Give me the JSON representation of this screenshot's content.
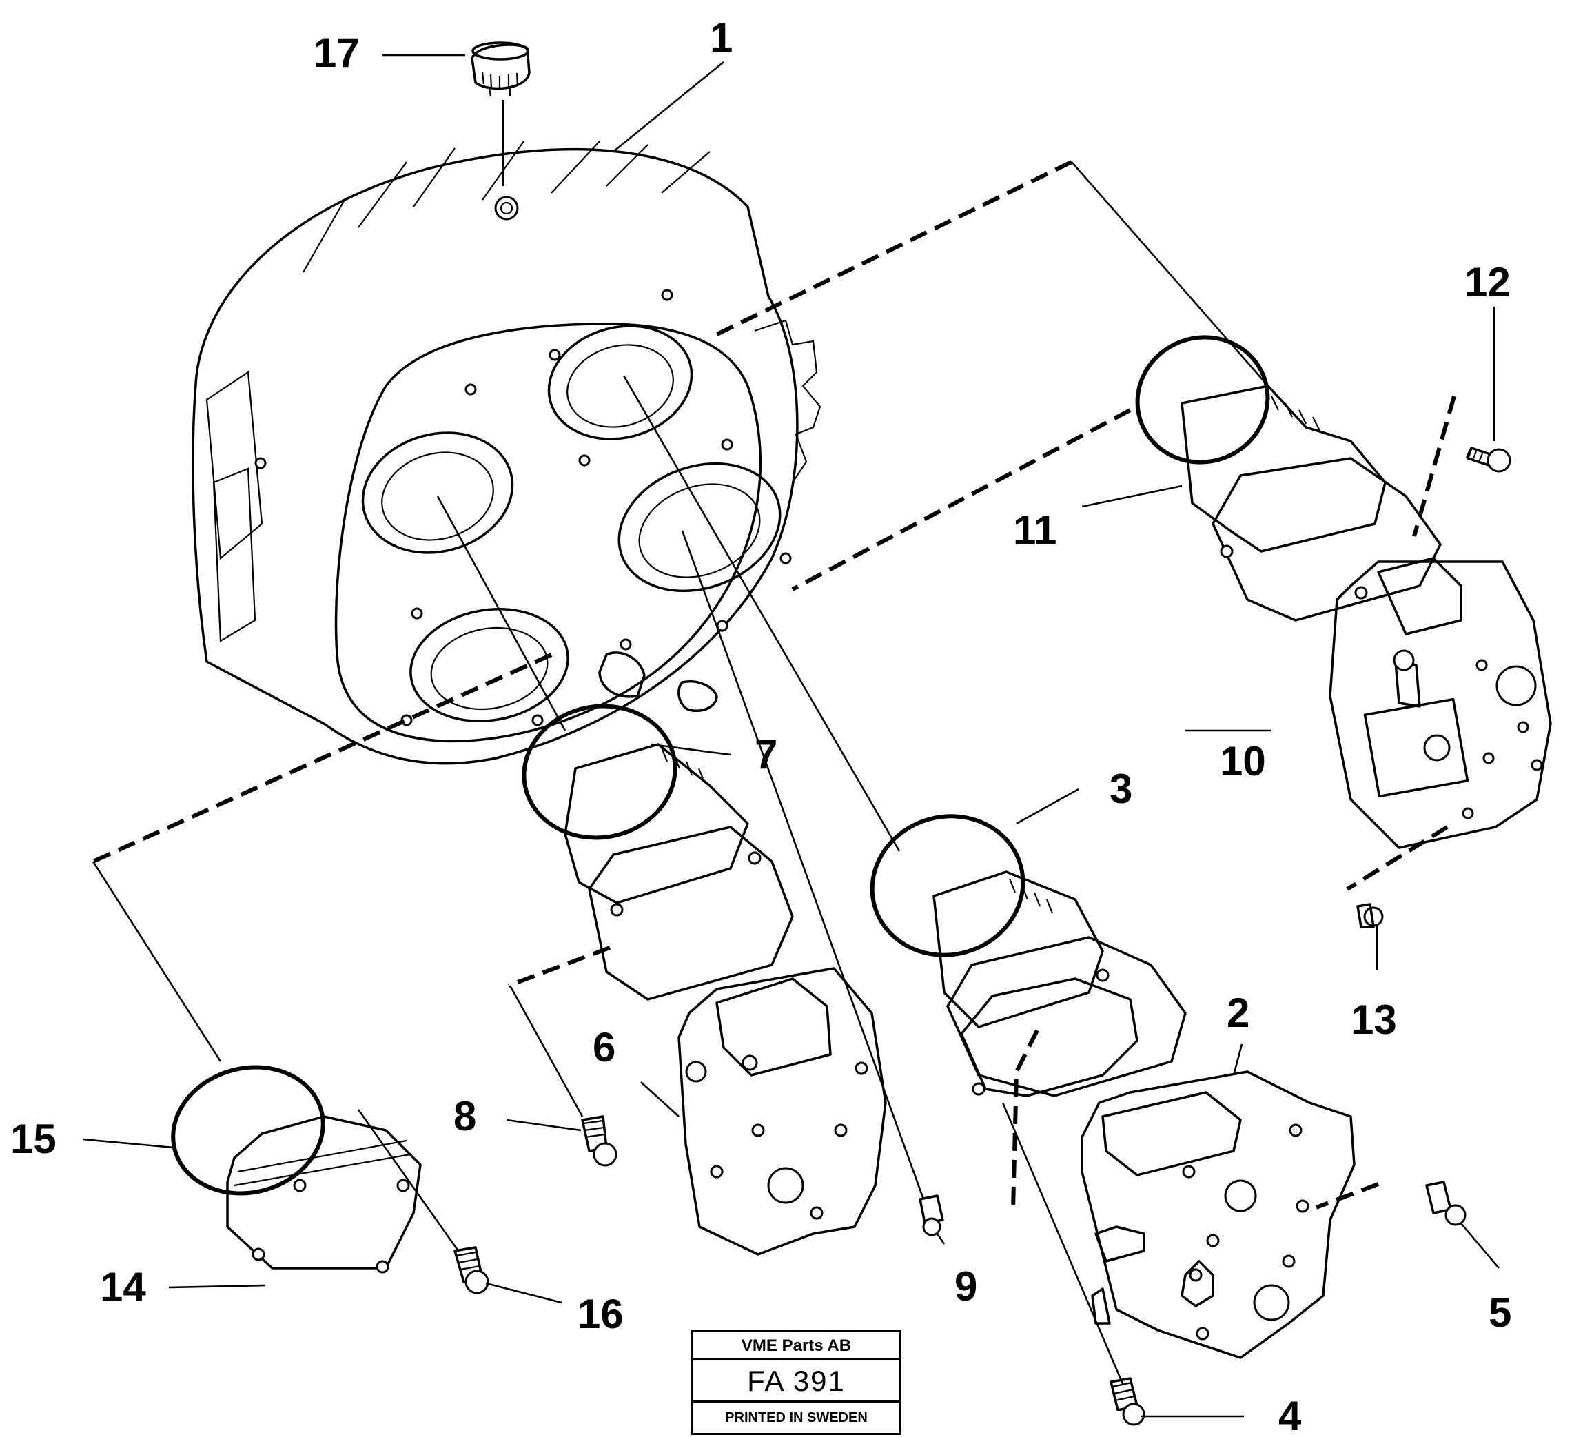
{
  "callouts": {
    "c1": "1",
    "c2": "2",
    "c3": "3",
    "c4": "4",
    "c5": "5",
    "c6": "6",
    "c7": "7",
    "c8": "8",
    "c9": "9",
    "c10": "10",
    "c11": "11",
    "c12": "12",
    "c13": "13",
    "c14": "14",
    "c15": "15",
    "c16": "16",
    "c17": "17"
  },
  "stamp": {
    "company": "VME Parts AB",
    "code": "FA 391",
    "printed": "PRINTED IN SWEDEN"
  }
}
